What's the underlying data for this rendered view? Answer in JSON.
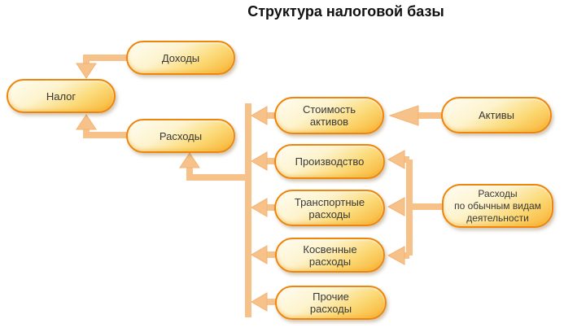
{
  "title": "Структура налоговой базы",
  "diagram": {
    "nodes": {
      "dohody": "Доходы",
      "nalog": "Налог",
      "rashody": "Расходы",
      "stoimost_aktivov": "Стоимость\nактивов",
      "aktivy": "Активы",
      "proizvodstvo": "Производство",
      "transportnye_rashody": "Транспортные\nрасходы",
      "rashody_po_obychnym": "Расходы\nпо обычным видам\nдеятельности",
      "kosvennye_rashody": "Косвенные\nрасходы",
      "prochie_rashody": "Прочие\nрасходы"
    },
    "edges": [
      {
        "from": "Доходы",
        "to": "Налог"
      },
      {
        "from": "Расходы",
        "to": "Налог"
      },
      {
        "from": "Стоимость активов",
        "to": "Расходы"
      },
      {
        "from": "Производство",
        "to": "Расходы"
      },
      {
        "from": "Транспортные расходы",
        "to": "Расходы"
      },
      {
        "from": "Косвенные расходы",
        "to": "Расходы"
      },
      {
        "from": "Прочие расходы",
        "to": "Расходы"
      },
      {
        "from": "Активы",
        "to": "Стоимость активов"
      },
      {
        "from": "Расходы по обычным видам деятельности",
        "to": "Производство"
      },
      {
        "from": "Расходы по обычным видам деятельности",
        "to": "Транспортные расходы"
      },
      {
        "from": "Расходы по обычным видам деятельности",
        "to": "Косвенные расходы"
      }
    ],
    "colors": {
      "background": "#ffffff",
      "node_border": "#ef850b",
      "node_fill_top": "#fffdf3",
      "node_fill_bottom": "#f9b232",
      "connector": "#f7c28a",
      "title_text": "#111111",
      "node_text": "#383838"
    }
  }
}
